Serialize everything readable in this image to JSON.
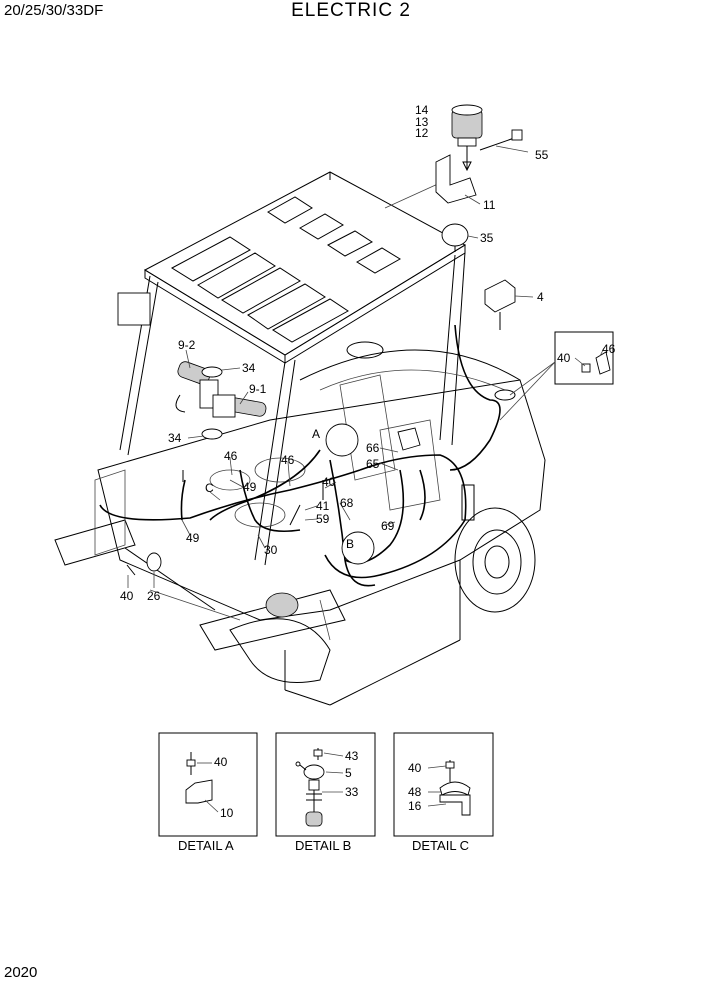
{
  "header": {
    "model_code": "20/25/30/33DF",
    "title": "ELECTRIC 2"
  },
  "footer": {
    "page_number": "2020"
  },
  "callouts": {
    "c14": "14",
    "c13": "13",
    "c12": "12",
    "c55": "55",
    "c11": "11",
    "c35": "35",
    "c4": "4",
    "c46a": "46",
    "c40a": "40",
    "c9_2": "9-2",
    "c34a": "34",
    "c9_1": "9-1",
    "c34b": "34",
    "cA": "A",
    "c66": "66",
    "c65": "65",
    "c46b": "46",
    "c46c": "46",
    "cC": "C",
    "c49a": "49",
    "c40b": "40",
    "c68": "68",
    "c41": "41",
    "c59": "59",
    "c69": "69",
    "cB": "B",
    "c49b": "49",
    "c30": "30",
    "c40c": "40",
    "c26": "26"
  },
  "details": [
    {
      "caption": "DETAIL A",
      "labels": [
        "40",
        "10"
      ]
    },
    {
      "caption": "DETAIL B",
      "labels": [
        "43",
        "5",
        "33"
      ]
    },
    {
      "caption": "DETAIL C",
      "labels": [
        "40",
        "48",
        "16"
      ]
    }
  ]
}
